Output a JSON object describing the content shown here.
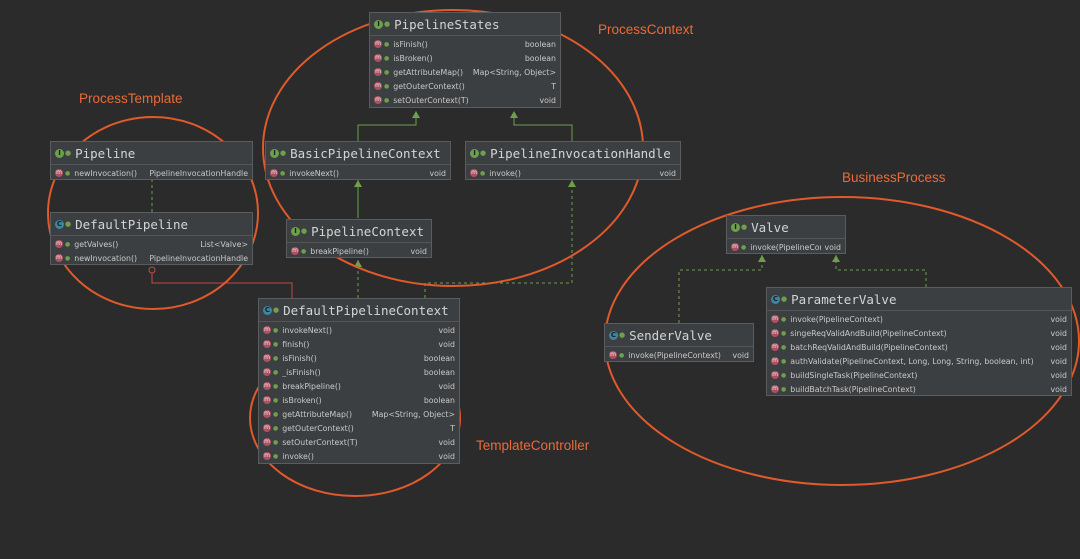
{
  "labels": {
    "process_context": "ProcessContext",
    "process_template": "ProcessTemplate",
    "business_process": "BusinessProcess",
    "template_controller": "TemplateController"
  },
  "colors": {
    "annotation": "#ec6a38",
    "interface_icon": "#6ea04b",
    "class_icon": "#3e86a0",
    "method_icon": "#b04f63",
    "background": "#2b2b2b"
  },
  "classes": {
    "pipeline_states": {
      "name": "PipelineStates",
      "kind": "interface",
      "methods": [
        {
          "name": "isFinish()",
          "type": "boolean"
        },
        {
          "name": "isBroken()",
          "type": "boolean"
        },
        {
          "name": "getAttributeMap()",
          "type": "Map<String, Object>"
        },
        {
          "name": "getOuterContext()",
          "type": "T"
        },
        {
          "name": "setOuterContext(T)",
          "type": "void"
        }
      ]
    },
    "basic_pipeline_context": {
      "name": "BasicPipelineContext",
      "kind": "interface",
      "methods": [
        {
          "name": "invokeNext()",
          "type": "void"
        }
      ]
    },
    "pipeline_invocation_handle": {
      "name": "PipelineInvocationHandle",
      "kind": "interface",
      "methods": [
        {
          "name": "invoke()",
          "type": "void"
        }
      ]
    },
    "pipeline": {
      "name": "Pipeline",
      "kind": "interface",
      "methods": [
        {
          "name": "newInvocation()",
          "type": "PipelineInvocationHandle"
        }
      ]
    },
    "default_pipeline": {
      "name": "DefaultPipeline",
      "kind": "class",
      "methods": [
        {
          "name": "getValves()",
          "type": "List<Valve>"
        },
        {
          "name": "newInvocation()",
          "type": "PipelineInvocationHandle"
        }
      ]
    },
    "pipeline_context": {
      "name": "PipelineContext",
      "kind": "interface",
      "methods": [
        {
          "name": "breakPipeline()",
          "type": "void"
        }
      ]
    },
    "default_pipeline_context": {
      "name": "DefaultPipelineContext",
      "kind": "class",
      "methods": [
        {
          "name": "invokeNext()",
          "type": "void"
        },
        {
          "name": "finish()",
          "type": "void"
        },
        {
          "name": "isFinish()",
          "type": "boolean"
        },
        {
          "name": "_isFinish()",
          "type": "boolean"
        },
        {
          "name": "breakPipeline()",
          "type": "void"
        },
        {
          "name": "isBroken()",
          "type": "boolean"
        },
        {
          "name": "getAttributeMap()",
          "type": "Map<String, Object>"
        },
        {
          "name": "getOuterContext()",
          "type": "T"
        },
        {
          "name": "setOuterContext(T)",
          "type": "void"
        },
        {
          "name": "invoke()",
          "type": "void"
        }
      ]
    },
    "valve": {
      "name": "Valve",
      "kind": "interface",
      "methods": [
        {
          "name": "invoke(PipelineContext)",
          "type": "void"
        }
      ]
    },
    "sender_valve": {
      "name": "SenderValve",
      "kind": "class",
      "methods": [
        {
          "name": "invoke(PipelineContext)",
          "type": "void"
        }
      ]
    },
    "parameter_valve": {
      "name": "ParameterValve",
      "kind": "class",
      "methods": [
        {
          "name": "invoke(PipelineContext)",
          "type": "void"
        },
        {
          "name": "singeReqValidAndBuild(PipelineContext)",
          "type": "void"
        },
        {
          "name": "batchReqValidAndBuild(PipelineContext)",
          "type": "void"
        },
        {
          "name": "authValidate(PipelineContext, Long, Long, String, boolean, int)",
          "type": "void"
        },
        {
          "name": "buildSingleTask(PipelineContext)",
          "type": "void"
        },
        {
          "name": "buildBatchTask(PipelineContext)",
          "type": "void"
        }
      ]
    }
  }
}
